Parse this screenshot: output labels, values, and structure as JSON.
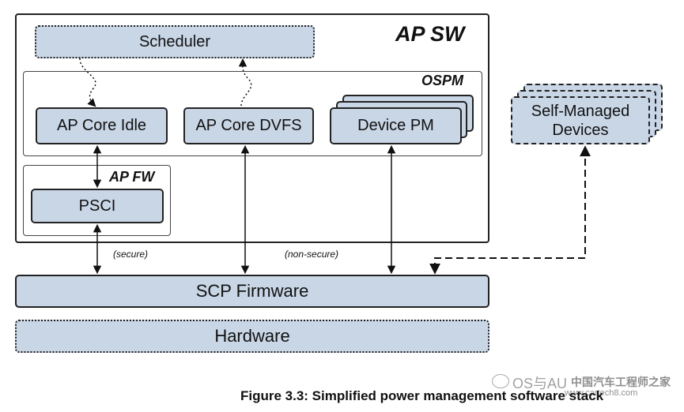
{
  "labels": {
    "ap_sw": "AP SW",
    "ospm": "OSPM",
    "ap_fw": "AP FW",
    "scheduler": "Scheduler",
    "ap_core_idle": "AP Core Idle",
    "ap_core_dvfs": "AP Core DVFS",
    "device_pm": "Device PM",
    "psci": "PSCI",
    "self_managed_devices": "Self-Managed Devices",
    "scp_firmware": "SCP Firmware",
    "hardware": "Hardware",
    "secure": "(secure)",
    "non_secure": "(non-secure)"
  },
  "caption": "Figure 3.3: Simplified power management software stack",
  "watermark": {
    "text1": "OS与AU",
    "text2": "中国汽车工程师之家",
    "text3": "www.cartech8.com"
  },
  "colors": {
    "block_fill": "#c9d6e6",
    "border": "#222222"
  }
}
